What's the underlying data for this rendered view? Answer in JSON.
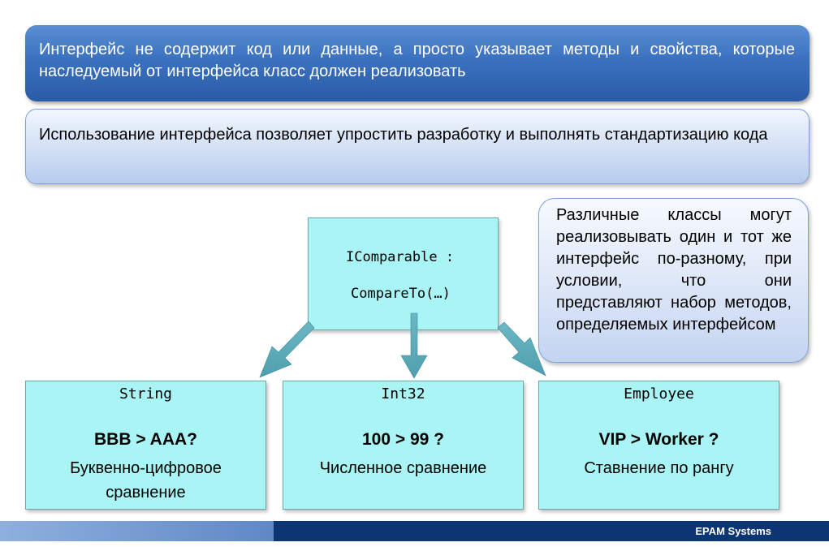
{
  "banners": {
    "definition": "Интерфейс не содержит код или данные, а просто указывает методы и свойства, которые наследуемый от интерфейса класс должен реализовать",
    "benefit": "Использование интерфейса позволяет упростить разработку и выполнять стандартизацию кода"
  },
  "interface": {
    "name_line": "IComparable :",
    "method_line": "CompareTo(…)"
  },
  "note": "Различные классы могут реализовывать один и тот же интерфейс по-разному, при условии, что они представляют набор методов, определяемых интерфейсом",
  "classes": [
    {
      "title": "String",
      "comparison": "BBB > AAA?",
      "description": "Буквенно-цифровое сравнение"
    },
    {
      "title": "Int32",
      "comparison": "100 > 99 ?",
      "description": "Численное сравнение"
    },
    {
      "title": "Employee",
      "comparison": "VIP > Worker ?",
      "description": "Ставнение по рангу"
    }
  ],
  "footer": {
    "brand": "EPAM Systems"
  },
  "colors": {
    "box_fill": "#a9f4f4",
    "arrow": "#4f9fae",
    "banner_dark": "#3a71bf",
    "footer_dark": "#0c3573"
  }
}
